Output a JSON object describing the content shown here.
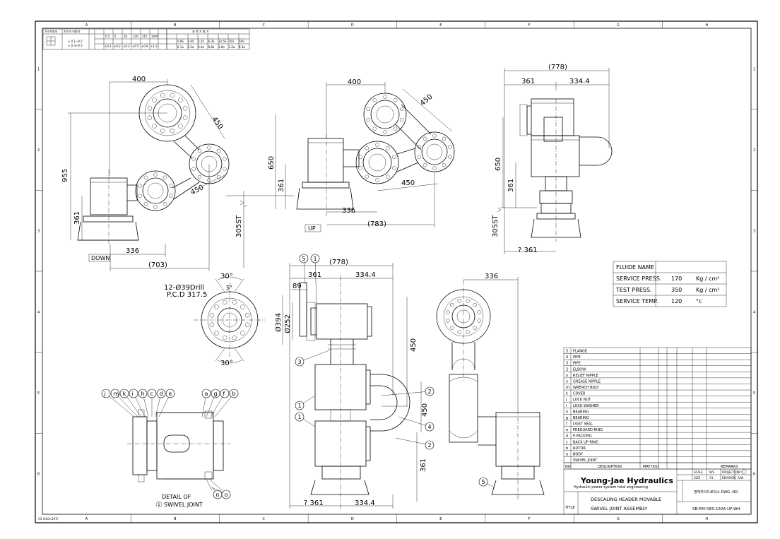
{
  "grid": {
    "columns": [
      "A",
      "B",
      "C",
      "D",
      "E",
      "F",
      "G",
      "H"
    ],
    "rows": [
      "1",
      "2",
      "3",
      "4",
      "5",
      "6"
    ]
  },
  "footnote": "A3 (420×297)",
  "views": {
    "top_left": {
      "dims": [
        "400",
        "450",
        "450",
        "955",
        "361",
        "336",
        "(703)"
      ],
      "label": "DOWN",
      "side_dim": "305ST"
    },
    "top_mid": {
      "dims": [
        "400",
        "450",
        "450",
        "650",
        "361",
        "336",
        "(783)"
      ],
      "label": "UP"
    },
    "top_right": {
      "dims": [
        "(778)",
        "361",
        "334.4",
        "650",
        "361",
        "305ST",
        "? 361"
      ]
    },
    "flange": {
      "dims": [
        "30°",
        "12-Ø39Drill",
        "P.C.D 317.5",
        "5°",
        "30°"
      ]
    },
    "front": {
      "dims": [
        "(778)",
        "361",
        "334.4",
        "89",
        "Ø394",
        "Ø252",
        "450",
        "450",
        "361",
        "? 361",
        "334.4"
      ],
      "balloons": [
        "5",
        "1",
        "3",
        "1",
        "1",
        "2",
        "4",
        "2"
      ]
    },
    "side": {
      "dims": [
        "336"
      ],
      "balloons": [
        "5"
      ]
    },
    "detail": {
      "balloons_left": [
        "j",
        "m",
        "k",
        "i",
        "h",
        "c",
        "d",
        "e"
      ],
      "balloons_right": [
        "a",
        "g",
        "f",
        "b"
      ],
      "balloons_bottom": [
        "n",
        "o"
      ],
      "title_line1": "DETAIL OF",
      "title_line2": "SWIVEL JOINT",
      "title_balloon": "1"
    }
  },
  "conditions": {
    "rows": [
      {
        "label": "FLUIDE NAME",
        "value": "",
        "unit": ""
      },
      {
        "label": "SERVICE PRESS.",
        "value": "170",
        "unit": "Kg / cm²"
      },
      {
        "label": "TEST PRESS.",
        "value": "350",
        "unit": "Kg / cm²"
      },
      {
        "label": "SERVICE TEMP.",
        "value": "120",
        "unit": "°c"
      }
    ]
  },
  "parts_list": [
    {
      "no": "5",
      "desc": "FLANGE"
    },
    {
      "no": "4",
      "desc": "PIPE"
    },
    {
      "no": "3",
      "desc": "PIPE"
    },
    {
      "no": "2",
      "desc": "ELBOW"
    },
    {
      "no": "o",
      "desc": "RELIEF NIPPLE"
    },
    {
      "no": "n",
      "desc": "GREASE NIPPLE"
    },
    {
      "no": "m",
      "desc": "WRENCH BOLT"
    },
    {
      "no": "k",
      "desc": "COVER"
    },
    {
      "no": "j",
      "desc": "LOCK NUT"
    },
    {
      "no": "i",
      "desc": "LOCK WASHER"
    },
    {
      "no": "h",
      "desc": "BEARING"
    },
    {
      "no": "g",
      "desc": "BEARING"
    },
    {
      "no": "f",
      "desc": "DUST SEAL"
    },
    {
      "no": "e",
      "desc": "PREGUARD RING"
    },
    {
      "no": "d",
      "desc": "P-PACKING"
    },
    {
      "no": "c",
      "desc": "BACK UP RING"
    },
    {
      "no": "b",
      "desc": "ROTOR"
    },
    {
      "no": "a",
      "desc": "BODY"
    },
    {
      "no": "",
      "desc": "SWIVEL JOINT"
    }
  ],
  "parts_header": {
    "no": "NO",
    "desc": "DESCRIPTION",
    "mat": "MAT'(KS)",
    "remarks": "REMARKS"
  },
  "title_block": {
    "company": "Young-Jae Hydraulics",
    "company_sub": "Hydraulic power system total engineering",
    "dwg_label": "영재하이드로릭스 DWG. NO.",
    "title_label": "TITLE",
    "title_line1": "DESCALING HEADER MOVABLE",
    "title_line2": "SWIVEL JOINT ASSEMBLY",
    "dwg_no": "SB-RM-DES-150A-UP-WH",
    "scale_label": "SCALE",
    "scale": "N/S",
    "projection_label": "PROJECTION",
    "size_label": "SIZE",
    "size": "A3",
    "revision_label": "REVISION",
    "revision": "A/W"
  },
  "header_tables": {
    "tol_title": "치수의 허용차",
    "roughness_title": "표 면 거 칠 기",
    "tol_values": [
      "± 0.1~0.2",
      "± 0.3~0.5"
    ],
    "size_row": [
      "0.5",
      "6",
      "30",
      "120",
      "315",
      "1000"
    ],
    "tol_row": [
      "±0.1",
      "±0.2",
      "±0.3",
      "±0.5",
      "±0.8",
      "±1.2"
    ],
    "rough_row1": [
      "0.8S",
      "1.6S",
      "3.2S",
      "6.3S",
      "12.5S",
      "25S",
      "50S"
    ],
    "rough_row2": [
      "0.1a",
      "0.2a",
      "0.4a",
      "0.8a",
      "1.6a",
      "3.2a",
      "6.3a"
    ]
  }
}
